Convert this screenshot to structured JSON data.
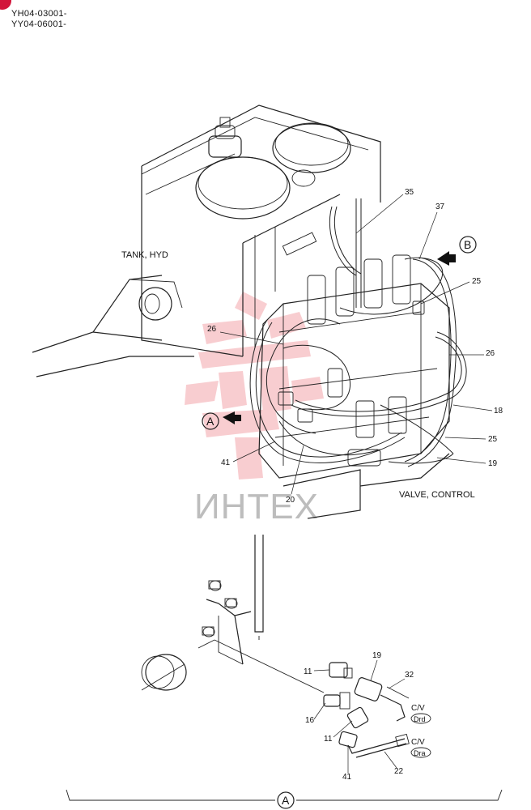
{
  "header": {
    "serial_1": "YH04-03001-",
    "serial_2": "YY04-06001-"
  },
  "watermark": {
    "text": "ИНТЕХ",
    "color": "#e8505b"
  },
  "labels": {
    "tank": "TANK, HYD",
    "valve": "VALVE, CONTROL",
    "view_a": "A",
    "view_b": "B",
    "detail_a": "A",
    "drd": "Drd",
    "dra": "Dra",
    "cv_1": "C/V",
    "cv_2": "C/V"
  },
  "parts": {
    "p35": "35",
    "p37": "37",
    "p25_top": "25",
    "p26_left": "26",
    "p26_right": "26",
    "p18": "18",
    "p25_bottom": "25",
    "p19_main": "19",
    "p41_main": "41",
    "p20": "20",
    "p11_top": "11",
    "p19_detail": "19",
    "p32": "32",
    "p16": "16",
    "p11_bottom": "11",
    "p41_detail": "41",
    "p22": "22"
  }
}
